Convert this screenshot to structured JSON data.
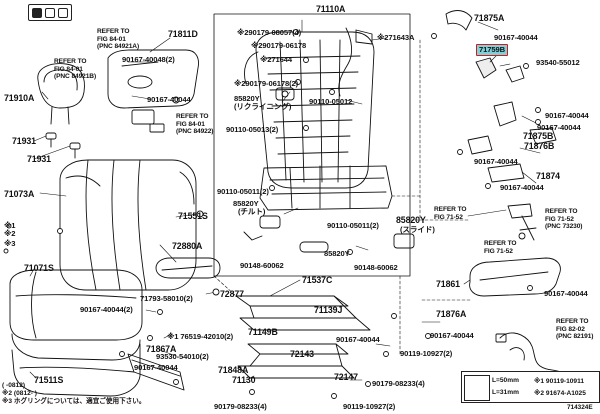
{
  "labels": {
    "p71110A": "71110A",
    "p71811D": "71811D",
    "ref_84921A": "REFER TO\nFIG 84-01\n(PNC 84921A)",
    "p90167_40048_2": "90167-40048(2)",
    "ref_84921B": "REFER TO\nFIG 84-01\n(PNC 84921B)",
    "p71910A": "71910A",
    "p90167_40044_a": "90167-40044",
    "ref_84922": "REFER TO\nFIG 84-01\n(PNC 84922)",
    "p71931": "71931",
    "p71931_b": "71931",
    "p71073A": "71073A",
    "s1": "※1",
    "s2": "※2",
    "s3": "※3",
    "p71071S": "71071S",
    "p71551S": "71551S",
    "p72880A": "72880A",
    "p72877": "72877",
    "p71793": "71793-58010(2)",
    "p90167_40044_2": "90167-40044(2)",
    "p76519": "※1 76519-42010(2)",
    "p71867A": "71867A",
    "p93530": "93530-54010(2)",
    "p90167_40044_b": "90167-40044",
    "p71511S": "71511S",
    "note_812": "(  -0812)",
    "note_812b": "※2 (0812-   )",
    "note_jp": "※3 ホグリングについては、適宜ご使用下さい。",
    "p290179": "※290179-08057(4)",
    "p290179_06178": "※290179-06178",
    "p271644": "※271644",
    "p290179_06178b": "※290179-06178(2)",
    "p85820Y_1": "85820Y",
    "p_recl": "(リクライニング)",
    "p90110_05012": "90110-05012",
    "p90110_05013": "90110-05013(2)",
    "p90110_05011": "90110-05011(2)",
    "p85820Y_2": "85820Y",
    "p_tilt": "(チルト)",
    "p90110_05011b": "90110-05011(2)",
    "p85820Y_3": "85820Y",
    "p_slide": "(スライド)",
    "p85820Y_4": "85820Y",
    "p90148_60062": "90148-60062",
    "p90148_60062b": "90148-60062",
    "p71643A": "※271643A",
    "p71875A": "71875A",
    "p90167_40044_c": "90167-40044",
    "p71759B": "71759B",
    "p93540": "93540-55012",
    "p90167_40044_d": "90167-40044",
    "p71875B": "71875B",
    "p90167_40044_e": "90167-40044",
    "p71876B": "71876B",
    "p90167_40044_f": "90167-40044",
    "p71874": "71874",
    "p90167_40044_g": "90167-40044",
    "ref_71_52a": "REFER TO\nFIG 71-52",
    "ref_71_52b": "REFER TO\nFIG 71-52\n(PNC 73230)",
    "ref_71_52c": "REFER TO\nFIG 71-52",
    "p71861": "71861",
    "p90167_40044_h": "90167-40044",
    "p71537C": "71537C",
    "p71876A": "71876A",
    "p90167_40044_i": "90167-40044",
    "p71139J": "71139J",
    "p71149B": "71149B",
    "p90167_40044_j": "90167-40044",
    "p72143": "72143",
    "p90119_10927": "90119-10927(2)",
    "p71848A": "71848A",
    "p71130": "71130",
    "p72147": "72147",
    "p90179_08233": "90179-08233(4)",
    "p90179_08233b": "90179-08233(4)",
    "p90119_10927b": "90119-10927(2)",
    "ref_82_02": "REFER TO\nFIG 82-02\n(PNC 82191)",
    "legend_l1": "L=50mm",
    "legend_l2": "L=31mm",
    "legend_r1": "※1 90119-10911",
    "legend_r2": "※2 91674-A1025",
    "fig_id": "714324E"
  },
  "colors": {
    "highlight_fill": "#7fd0d9",
    "highlight_border": "#d21a1a",
    "line": "#111111"
  }
}
